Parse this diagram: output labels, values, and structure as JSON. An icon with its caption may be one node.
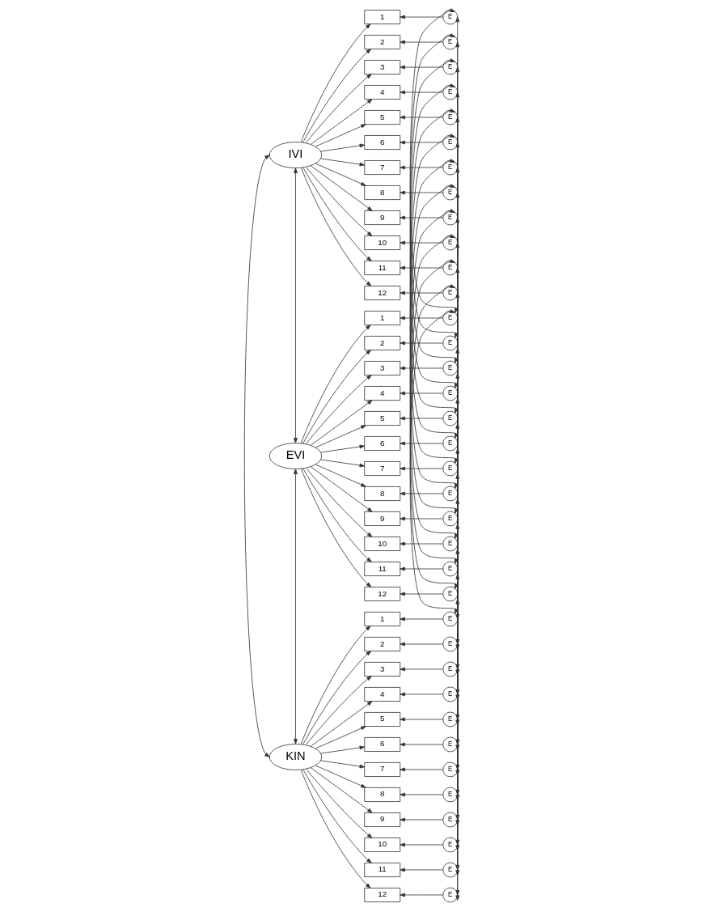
{
  "diagram": {
    "nodes": [
      {
        "text": [
          "IVI"
        ]
      },
      {
        "text": [
          "1"
        ]
      },
      {
        "text": [
          "2"
        ]
      },
      {
        "text": [
          "3"
        ]
      },
      {
        "text": [
          "4"
        ]
      },
      {
        "text": [
          "5"
        ]
      },
      {
        "text": [
          "6"
        ]
      },
      {
        "text": [
          "7"
        ]
      },
      {
        "text": [
          "8"
        ]
      },
      {
        "text": [
          "9"
        ]
      },
      {
        "text": [
          "10"
        ]
      },
      {
        "text": [
          "11"
        ]
      },
      {
        "text": [
          "12"
        ]
      },
      {
        "text": [
          "E"
        ]
      },
      {
        "text": [
          "E"
        ]
      },
      {
        "text": [
          "E"
        ]
      },
      {
        "text": [
          "E"
        ]
      },
      {
        "text": [
          "E"
        ]
      },
      {
        "text": [
          "E"
        ]
      },
      {
        "text": [
          "E"
        ]
      },
      {
        "text": [
          "E"
        ]
      },
      {
        "text": [
          "E"
        ]
      },
      {
        "text": [
          "E"
        ]
      },
      {
        "text": [
          "E"
        ]
      },
      {
        "text": [
          "E"
        ]
      },
      {
        "text": [
          "EVI"
        ]
      },
      {
        "text": [
          "1"
        ]
      },
      {
        "text": [
          "2"
        ]
      },
      {
        "text": [
          "3"
        ]
      },
      {
        "text": [
          "4"
        ]
      },
      {
        "text": [
          "5"
        ]
      },
      {
        "text": [
          "6"
        ]
      },
      {
        "text": [
          "7"
        ]
      },
      {
        "text": [
          "8"
        ]
      },
      {
        "text": [
          "9"
        ]
      },
      {
        "text": [
          "10"
        ]
      },
      {
        "text": [
          "11"
        ]
      },
      {
        "text": [
          "12"
        ]
      },
      {
        "text": [
          "E"
        ]
      },
      {
        "text": [
          "E"
        ]
      },
      {
        "text": [
          "E"
        ]
      },
      {
        "text": [
          "E"
        ]
      },
      {
        "text": [
          "E"
        ]
      },
      {
        "text": [
          "E"
        ]
      },
      {
        "text": [
          "E"
        ]
      },
      {
        "text": [
          "E"
        ]
      },
      {
        "text": [
          "E"
        ]
      },
      {
        "text": [
          "E"
        ]
      },
      {
        "text": [
          "E"
        ]
      },
      {
        "text": [
          "E"
        ]
      },
      {
        "text": [
          "KIN"
        ]
      },
      {
        "text": [
          "1"
        ]
      },
      {
        "text": [
          "2"
        ]
      },
      {
        "text": [
          "3"
        ]
      },
      {
        "text": [
          "4"
        ]
      },
      {
        "text": [
          "5"
        ]
      },
      {
        "text": [
          "6"
        ]
      },
      {
        "text": [
          "7"
        ]
      },
      {
        "text": [
          "8"
        ]
      },
      {
        "text": [
          "9"
        ]
      },
      {
        "text": [
          "10"
        ]
      },
      {
        "text": [
          "11"
        ]
      },
      {
        "text": [
          "12"
        ]
      },
      {
        "text": [
          "E"
        ]
      },
      {
        "text": [
          "E"
        ]
      },
      {
        "text": [
          "E"
        ]
      },
      {
        "text": [
          "E"
        ]
      },
      {
        "text": [
          "E"
        ]
      },
      {
        "text": [
          "E"
        ]
      },
      {
        "text": [
          "E"
        ]
      },
      {
        "text": [
          "E"
        ]
      },
      {
        "text": [
          "E"
        ]
      },
      {
        "text": [
          "E"
        ]
      },
      {
        "text": [
          "E"
        ]
      },
      {
        "text": [
          "E"
        ]
      }
    ],
    "edges": [
      {
        "from": 0,
        "to": 1,
        "arrow": "to"
      },
      {
        "from": 0,
        "to": 2,
        "arrow": "to"
      },
      {
        "from": 0,
        "to": 3,
        "arrow": "to"
      },
      {
        "from": 0,
        "to": 4,
        "arrow": "to"
      },
      {
        "from": 0,
        "to": 5,
        "arrow": "to"
      },
      {
        "from": 0,
        "to": 6,
        "arrow": "to"
      },
      {
        "from": 0,
        "to": 7,
        "arrow": "to"
      },
      {
        "from": 0,
        "to": 8,
        "arrow": "to"
      },
      {
        "from": 0,
        "to": 9,
        "arrow": "to"
      },
      {
        "from": 0,
        "to": 10,
        "arrow": "to"
      },
      {
        "from": 0,
        "to": 11,
        "arrow": "to"
      },
      {
        "from": 0,
        "to": 12,
        "arrow": "to"
      },
      {
        "from": 13,
        "to": 1,
        "arrow": "to"
      },
      {
        "from": 14,
        "to": 2,
        "arrow": "to"
      },
      {
        "from": 15,
        "to": 3,
        "arrow": "to"
      },
      {
        "from": 16,
        "to": 4,
        "arrow": "to"
      },
      {
        "from": 17,
        "to": 5,
        "arrow": "to"
      },
      {
        "from": 18,
        "to": 6,
        "arrow": "to"
      },
      {
        "from": 19,
        "to": 7,
        "arrow": "to"
      },
      {
        "from": 20,
        "to": 8,
        "arrow": "to"
      },
      {
        "from": 21,
        "to": 9,
        "arrow": "to"
      },
      {
        "from": 22,
        "to": 10,
        "arrow": "to"
      },
      {
        "from": 23,
        "to": 11,
        "arrow": "to"
      },
      {
        "from": 24,
        "to": 12,
        "arrow": "to"
      },
      {
        "from": 25,
        "to": 26,
        "arrow": "to"
      },
      {
        "from": 25,
        "to": 27,
        "arrow": "to"
      },
      {
        "from": 25,
        "to": 28,
        "arrow": "to"
      },
      {
        "from": 25,
        "to": 29,
        "arrow": "to"
      },
      {
        "from": 25,
        "to": 30,
        "arrow": "to"
      },
      {
        "from": 25,
        "to": 31,
        "arrow": "to"
      },
      {
        "from": 25,
        "to": 32,
        "arrow": "to"
      },
      {
        "from": 25,
        "to": 33,
        "arrow": "to"
      },
      {
        "from": 25,
        "to": 34,
        "arrow": "to"
      },
      {
        "from": 25,
        "to": 35,
        "arrow": "to"
      },
      {
        "from": 25,
        "to": 36,
        "arrow": "to"
      },
      {
        "from": 25,
        "to": 37,
        "arrow": "to"
      },
      {
        "from": 38,
        "to": 26,
        "arrow": "to"
      },
      {
        "from": 39,
        "to": 27,
        "arrow": "to"
      },
      {
        "from": 40,
        "to": 28,
        "arrow": "to"
      },
      {
        "from": 41,
        "to": 29,
        "arrow": "to"
      },
      {
        "from": 42,
        "to": 30,
        "arrow": "to"
      },
      {
        "from": 43,
        "to": 31,
        "arrow": "to"
      },
      {
        "from": 44,
        "to": 32,
        "arrow": "to"
      },
      {
        "from": 45,
        "to": 33,
        "arrow": "to"
      },
      {
        "from": 46,
        "to": 34,
        "arrow": "to"
      },
      {
        "from": 47,
        "to": 35,
        "arrow": "to"
      },
      {
        "from": 48,
        "to": 36,
        "arrow": "to"
      },
      {
        "from": 49,
        "to": 37,
        "arrow": "to"
      },
      {
        "from": 50,
        "to": 51,
        "arrow": "to"
      },
      {
        "from": 50,
        "to": 52,
        "arrow": "to"
      },
      {
        "from": 50,
        "to": 53,
        "arrow": "to"
      },
      {
        "from": 50,
        "to": 54,
        "arrow": "to"
      },
      {
        "from": 50,
        "to": 55,
        "arrow": "to"
      },
      {
        "from": 50,
        "to": 56,
        "arrow": "to"
      },
      {
        "from": 50,
        "to": 57,
        "arrow": "to"
      },
      {
        "from": 50,
        "to": 58,
        "arrow": "to"
      },
      {
        "from": 50,
        "to": 59,
        "arrow": "to"
      },
      {
        "from": 50,
        "to": 60,
        "arrow": "to"
      },
      {
        "from": 50,
        "to": 61,
        "arrow": "to"
      },
      {
        "from": 50,
        "to": 62,
        "arrow": "to"
      },
      {
        "from": 63,
        "to": 51,
        "arrow": "to"
      },
      {
        "from": 64,
        "to": 52,
        "arrow": "to"
      },
      {
        "from": 65,
        "to": 53,
        "arrow": "to"
      },
      {
        "from": 66,
        "to": 54,
        "arrow": "to"
      },
      {
        "from": 67,
        "to": 55,
        "arrow": "to"
      },
      {
        "from": 68,
        "to": 56,
        "arrow": "to"
      },
      {
        "from": 69,
        "to": 57,
        "arrow": "to"
      },
      {
        "from": 70,
        "to": 58,
        "arrow": "to"
      },
      {
        "from": 71,
        "to": 59,
        "arrow": "to"
      },
      {
        "from": 72,
        "to": 60,
        "arrow": "to"
      },
      {
        "from": 73,
        "to": 61,
        "arrow": "to"
      },
      {
        "from": 74,
        "to": 62,
        "arrow": "to"
      },
      {
        "from": 0,
        "to": 25,
        "arrow": "both"
      },
      {
        "from": 25,
        "to": 50,
        "arrow": "both"
      },
      {
        "from": 0,
        "to": 50,
        "arrow": "both"
      },
      {
        "from": 13,
        "to": 38,
        "arrow": "both"
      },
      {
        "from": 14,
        "to": 39,
        "arrow": "both"
      },
      {
        "from": 15,
        "to": 40,
        "arrow": "both"
      },
      {
        "from": 16,
        "to": 41,
        "arrow": "both"
      },
      {
        "from": 17,
        "to": 42,
        "arrow": "both"
      },
      {
        "from": 18,
        "to": 43,
        "arrow": "both"
      },
      {
        "from": 19,
        "to": 44,
        "arrow": "both"
      },
      {
        "from": 20,
        "to": 45,
        "arrow": "both"
      },
      {
        "from": 21,
        "to": 46,
        "arrow": "both"
      },
      {
        "from": 22,
        "to": 47,
        "arrow": "both"
      },
      {
        "from": 23,
        "to": 48,
        "arrow": "both"
      },
      {
        "from": 24,
        "to": 49,
        "arrow": "both"
      },
      {
        "from": 13,
        "to": 63,
        "arrow": "both"
      },
      {
        "from": 14,
        "to": 64,
        "arrow": "both"
      },
      {
        "from": 15,
        "to": 65,
        "arrow": "both"
      },
      {
        "from": 16,
        "to": 66,
        "arrow": "both"
      },
      {
        "from": 17,
        "to": 67,
        "arrow": "both"
      },
      {
        "from": 18,
        "to": 68,
        "arrow": "both"
      },
      {
        "from": 19,
        "to": 69,
        "arrow": "both"
      },
      {
        "from": 20,
        "to": 70,
        "arrow": "both"
      },
      {
        "from": 21,
        "to": 71,
        "arrow": "both"
      },
      {
        "from": 22,
        "to": 72,
        "arrow": "both"
      },
      {
        "from": 23,
        "to": 73,
        "arrow": "both"
      },
      {
        "from": 24,
        "to": 74,
        "arrow": "both"
      },
      {
        "from": 38,
        "to": 63,
        "arrow": "both"
      },
      {
        "from": 39,
        "to": 64,
        "arrow": "both"
      },
      {
        "from": 40,
        "to": 65,
        "arrow": "both"
      },
      {
        "from": 41,
        "to": 66,
        "arrow": "both"
      },
      {
        "from": 42,
        "to": 67,
        "arrow": "both"
      },
      {
        "from": 43,
        "to": 68,
        "arrow": "both"
      },
      {
        "from": 44,
        "to": 69,
        "arrow": "both"
      },
      {
        "from": 45,
        "to": 70,
        "arrow": "both"
      },
      {
        "from": 46,
        "to": 71,
        "arrow": "both"
      },
      {
        "from": 47,
        "to": 72,
        "arrow": "both"
      },
      {
        "from": 48,
        "to": 73,
        "arrow": "both"
      },
      {
        "from": 49,
        "to": 74,
        "arrow": "both"
      }
    ]
  }
}
